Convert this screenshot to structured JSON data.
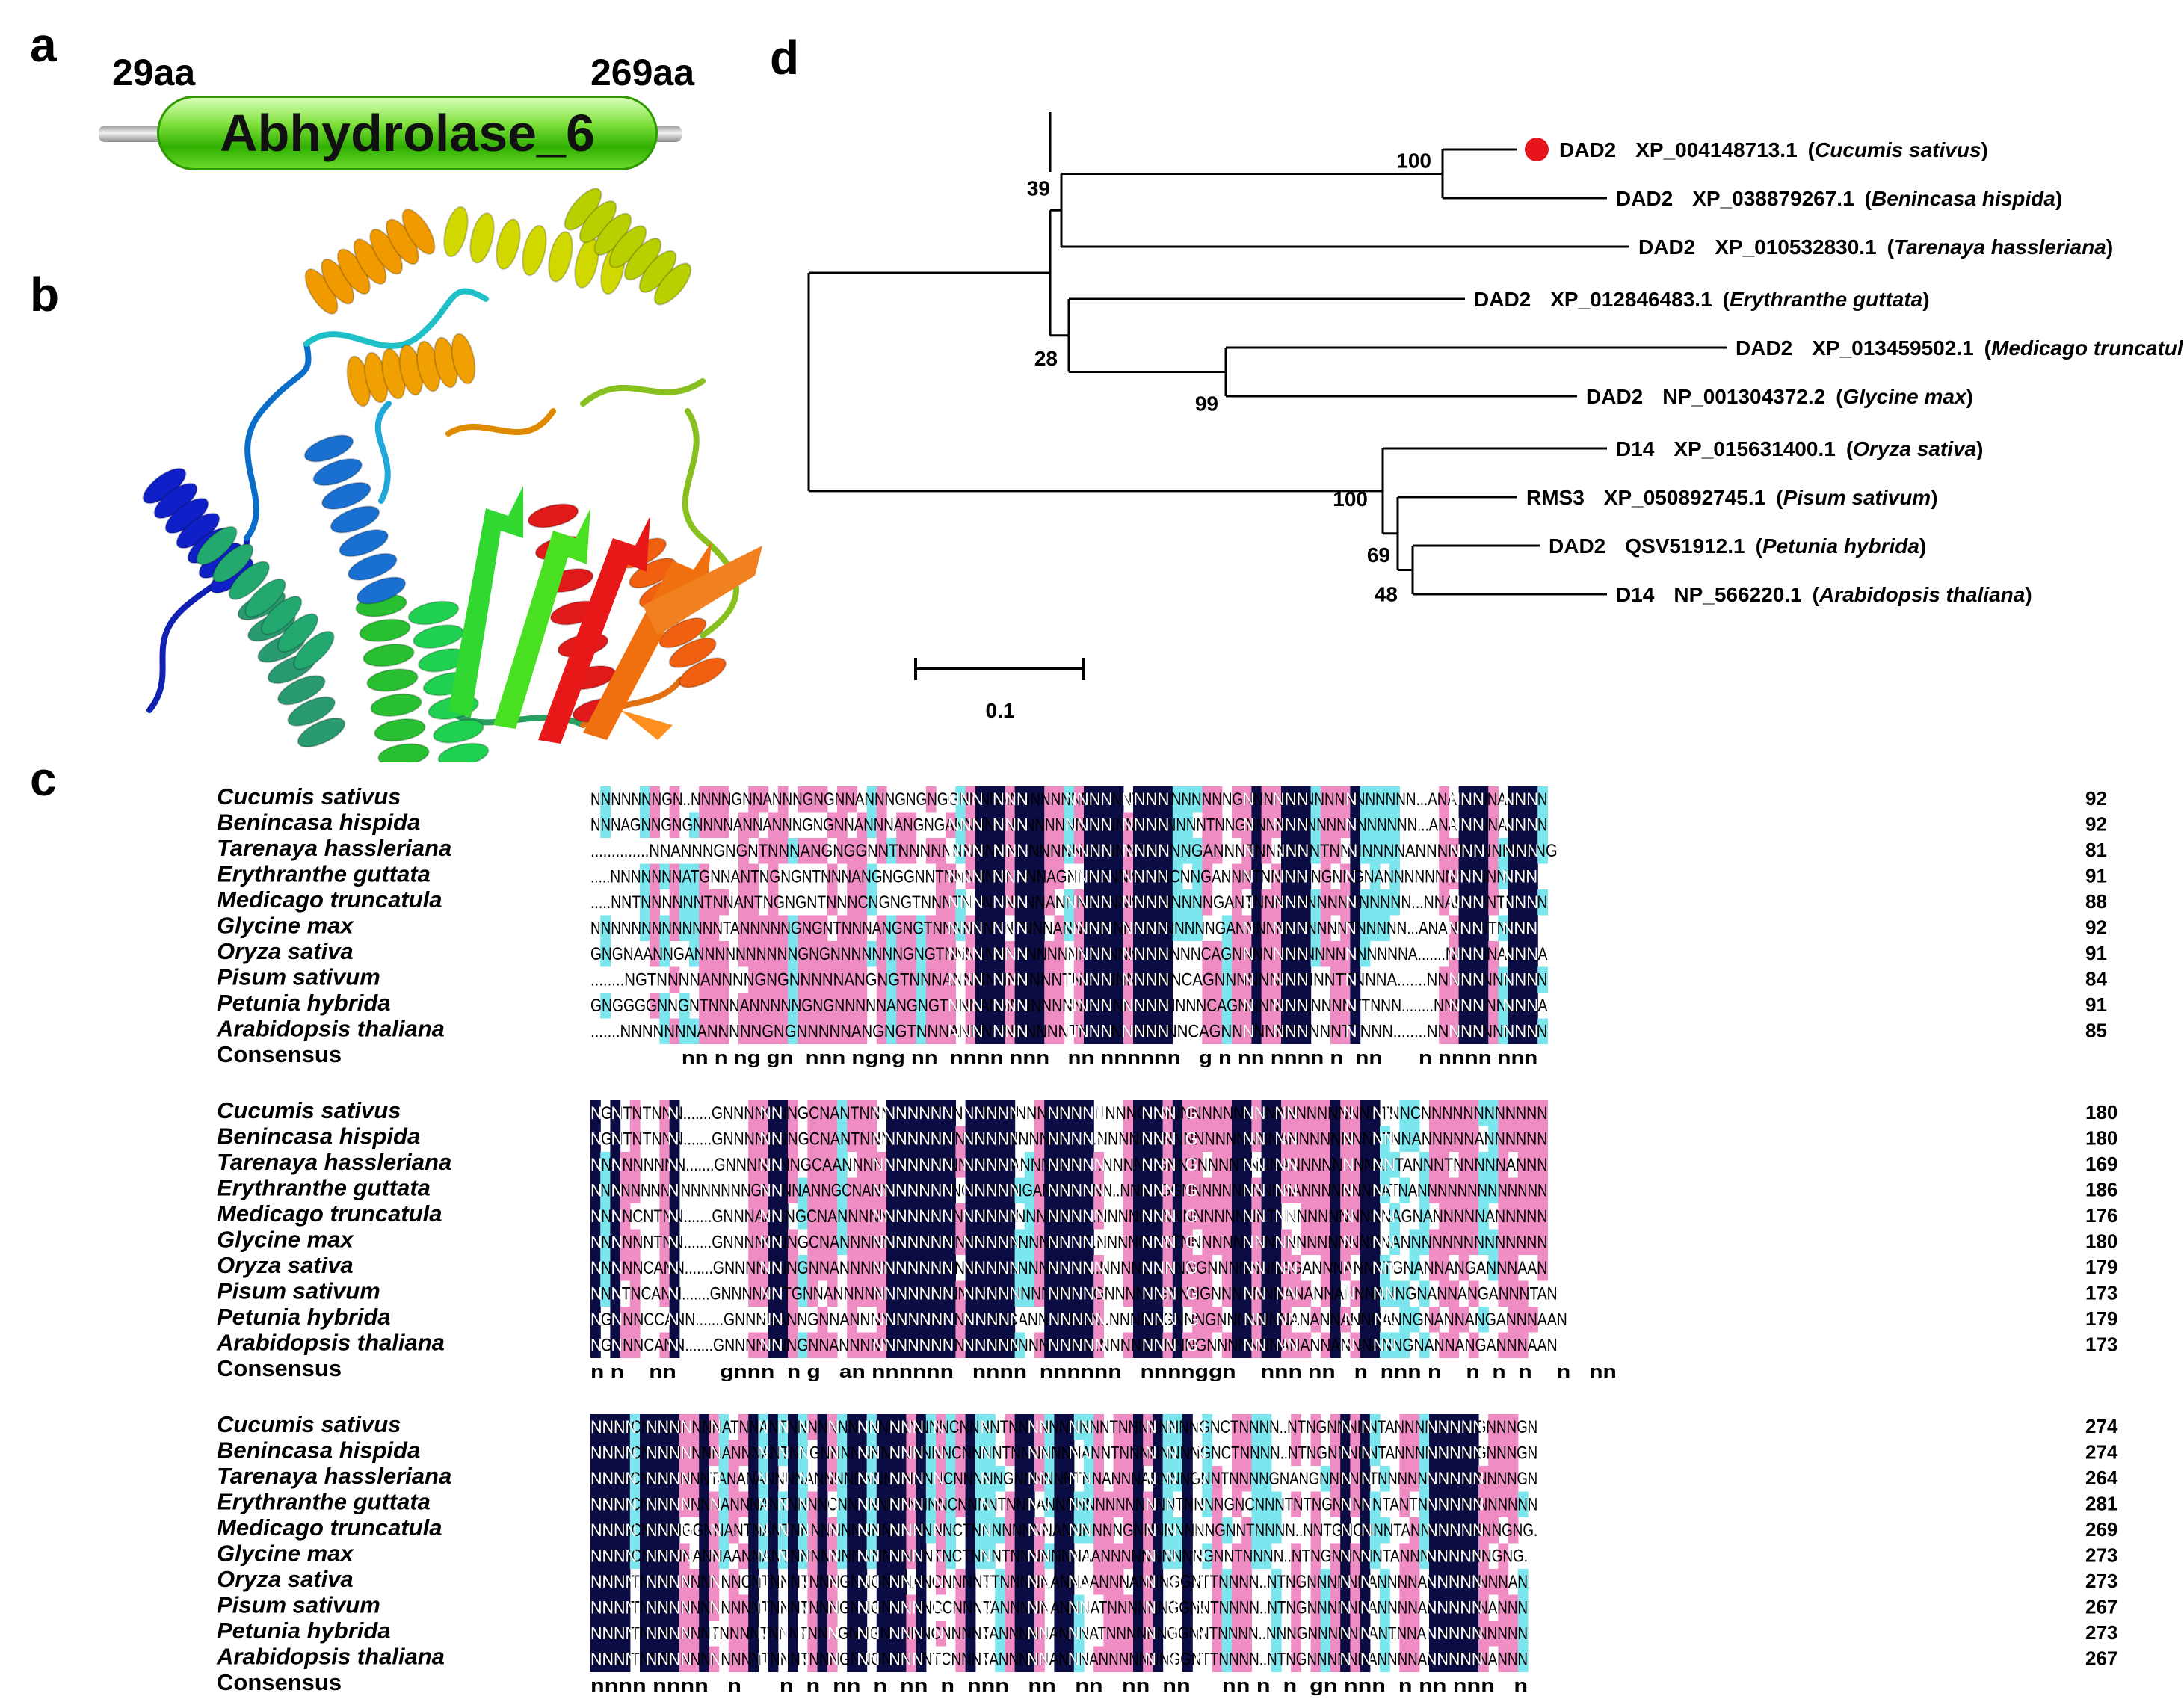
{
  "panels": {
    "a": "a",
    "b": "b",
    "c": "c",
    "d": "d"
  },
  "domain": {
    "name": "Abhydrolase_6",
    "start": "29aa",
    "end": "269aa"
  },
  "tree": {
    "scale_label": "0.1",
    "leaves": [
      {
        "gene": "DAD2",
        "acc": "XP_004148713.1",
        "species": "Cucumis sativus",
        "marker": "#e8141c"
      },
      {
        "gene": "DAD2",
        "acc": "XP_038879267.1",
        "species": "Benincasa hispida"
      },
      {
        "gene": "DAD2",
        "acc": "XP_010532830.1",
        "species": "Tarenaya hassleriana"
      },
      {
        "gene": "DAD2",
        "acc": "XP_012846483.1",
        "species": "Erythranthe guttata"
      },
      {
        "gene": "DAD2",
        "acc": "XP_013459502.1",
        "species": "Medicago truncatula"
      },
      {
        "gene": "DAD2",
        "acc": "NP_001304372.2",
        "species": "Glycine max"
      },
      {
        "gene": "D14",
        "acc": "XP_015631400.1",
        "species": "Oryza sativa"
      },
      {
        "gene": "RMS3",
        "acc": "XP_050892745.1",
        "species": "Pisum sativum"
      },
      {
        "gene": "DAD2",
        "acc": "QSV51912.1",
        "species": "Petunia hybrida"
      },
      {
        "gene": "D14",
        "acc": "NP_566220.1",
        "species": "Arabidopsis thaliana"
      }
    ],
    "bootstrap": [
      "100",
      "39",
      "28",
      "99",
      "100",
      "69",
      "48"
    ]
  },
  "alignment": {
    "consensus_label": "Consensus",
    "species": [
      "Cucumis sativus",
      "Benincasa hispida",
      "Tarenaya hassleriana",
      "Erythranthe guttata",
      "Medicago truncatula",
      "Glycine max",
      "Oryza sativa",
      "Pisum sativum",
      "Petunia hybrida",
      "Arabidopsis thaliana"
    ],
    "colors": {
      "identical": "#0c0c45",
      "high": "#f08cc4",
      "partial": "#7be6ee"
    },
    "blocks": [
      {
        "rows": [
          "NNNNNNNGN..NNNNGNNANNNGNGNNANNNGNGNGGNNNNNNNNNNNNNNNNNTNNNNNNNNNGNNNNNNNNNNNNNNNNN...ANANNNNANNNN",
          "NNNAGNNGNGNNNNANNANNNGNGNNANNNANGNGANNNNNNNNNNNNNNNNNNNNNNNNNTNNGNNNNNNNNNNNNNNNNN...ANANNNNANNNN",
          "..............NNANNNGNGNTNNNANGNGGNNTNNNNNNNNNNNNNNNNNNNNNNNNNNNGANNNTNNNNNNTNNNNNNNANNNNNNNNNNNNG",
          ".....NNNNNNNATGNNANTNGNGNTNNNANGNGGNNTNNNNNNNNNNAGNNNNNNNNNNCNNGANNNTNNNNANGNNGNANNNNNNNNNNNNNNN",
          ".....NNTNNNNNNTNNANTNGNGNTNNNCNGNGTNNNTNNNNNNNNANNNNNNNNNNNNNNNGANTNNNNNNNNNNNNNNN...NNANNNNTNNNN",
          "NNNNNNNNNNNNNTANNNNNGNGNTNNNANGNGTNNNNNNNNTNNNANNNNNNNNNNNNNNNGANNNNNNNNNNNTNNNNN...ANANNNNTNNNN",
          "GNGNAANNGANNNNNNNNNNGNGNNNNNNNGNGTNNNANNNNNNNNNNTNNNNNNNNNNCAGNNNNNNNNNNNNNNNNNA.......NNNNNANNNA",
          "........NGTNNNNANNNNGNGNNNNNANGNGTNNNANNNNNNNNNNTNNNNNNNNNNCAGNNNNNNNNNNNTTNNNA.......NNNNNNNNNNN",
          "GNGGGGNNGNTNNNANNNNNGNGNNNNNANGNGTNNNANNNNNNNNNNTNNNNNNNNNNCAGNNNNNNNNNNNTTNNN........NNNNNNNNNNA",
          ".......NNNNNNNANNNNNGNGNNNNNANGNGTNNNANNNNNNNNNNTNNNNNNNNNNCAGNNNNNNNNNNNTTNNN........NNNNNNNNNNN"
        ],
        "ends": [
          "92",
          "92",
          "81",
          "91",
          "88",
          "92",
          "91",
          "84",
          "91",
          "85"
        ],
        "consensus": "               nn n ng gn  nnn ngng nn  nnnn nnn   nn nnnnnn   g n nn nnnn n  nn      n nnnn nnn"
      },
      {
        "rows": [
          "NGNTNTNNN.......GNNNNGNNGCNANTNNNNNNNTNNNNNCNNNNNNNT..NNNNGGNNNNNNNNNNNANNNNNNNNNTNNCNNNNNNNNNNNN",
          "NGNTNTNNN.......GNNNNGNNGCNANTNNNNNNNNNNNNNNNNNNNNNT..NNNNGGNNNNNNNNNNNANNNNNNNNATNNANNNNNANNNNNN",
          "NNNNNNNNN.......GNNNNGNNGCAANNNNNNNNNNNNNNNAANNNNNNN..NNNNGGNNTNNNNTNNNANNNNNNNNANTANNNTNNNNNANNN",
          "NNNNNNNNNNNNNNNNGNNNNANNGCNANNNNNNNNNGNNNNNGANNNNNNN..NNNNGGNNNNNNNNNNNANNNNNNNNATNANNNNNNNNNNNNN",
          "NNNNCNTNN.......GNNNAANNGCNANNNNNNNNNNNNNNNCANNNNNNN..NNNNGGNNNNNNNNNNTNNNNNNNNNNNAGNANNNNNANNNNN",
          "NNNNNNTNN.......GNNNNGNNGCNANNNNNNNNNNNNNNNGANNNNNNT..NNNNGGNTNNNNNNNNNNNNNNNNNNNNANNNNNNNNNNNNNN",
          "NNNNNCANN.......GNNNNANNGNNANNNNNNNNNANNNNNGANNNNNNN..NNNNGGNNNGNNNNNNNAGANNNANNATGNANNANGANNNAAN",
          "NNNTNCANN.......GNNNNANTGNNANNNNNNNNNNNNNNNGANNNNNNNNGNNNNGGNNNGNNNNNNNANANNANNNANNGNANNANGANNNTAN",
          "NGNNNCCANN.......GNNNNANNGNNANNNNNNNNNNNNNNNGANNNNNNN..NNNNGGNNNGNNNNNNNANANNANNNANNGNANNANGANNNAAN",
          "NGNNNCANN.......GNNNNANNGNNANNNNNNNNNNNNNNNGNNNNNNNN..NNNNGGNNNGNNNNNNNANANNANNNANNGNANNANGANNNAAN"
        ],
        "ends": [
          "180",
          "180",
          "169",
          "186",
          "176",
          "180",
          "179",
          "173",
          "179",
          "173"
        ],
        "consensus": "n n    nn       gnnn  n g   an nnnnnn   nnnn  nnnnnn   nnnnggn    nnn nn   n  nnn n    n  n  n    n   nn"
      },
      {
        "rows": [
          "NNNNCNNNNNNNNATNNANTNNNNNNNNNNNNNNNNCNNNNTNNNNNNNNNNTNNNNNNNNGNCTNNNN..NTNGNNNNNTANNNNNNNNGNNNGN",
          "NNNNCNNNNNNNNANNNANTNNGNNNNNNNNNNNNNCNNNNTNNNNNNNANNTNNNNNNNNGNCTNNNN..NTNGNNNNNTANNNNNNNNGNNNGN",
          "NNNNCNNNNNNNTANANANNNNANNNNNNNNNNNNNCNNNNNGNNNNNNTNNANNNANNNNGNNTNNNNGNANGNNNNNTNNNNNNNNNNNNNNGN",
          "NNNNCNNNNNNNNANNNANTNNNNCNNNNNNNNNNNCNNNNTNNNANNNNNNNNNNNNNTNNNNGNCNNNTNTNGNNNNNTANTNNNNNNNNNNNN",
          "NNNNCNNNNGGNNANTNANTNNNNNNNNNNNNNNNNCTNNNNNNNNANNNNNNGNNNNNNNNGNNTNNNN..NNTGNCNNNTANNNNNNNNNGNG.",
          "NNNNCNNNNNANNAANNANTNNNNNNNNNNNNNNTNCTNNNTNNNNNNNAANNNNNNNNNNGNNTNNNN..NTNGNNNNNTANNNNNNNNNGNG.",
          "NNNNTNNNNNNNNNNCNTNNNTNNNGNNGNNNANCNNNNTTNNNNNANNAANNNANNNGGNTTNNNN..NTNGNNNNNNANNNNANNNNNNNNAN",
          "NNNNTNNNNNNNNNNNNTNNNTNNNGNNGNNNNNCCNNNTANNNNNANNNATNNNNNNGGNNTNNNN..NTNGNNNNNNANNNNANNNNNNANNN",
          "NNNNTNNNNNNNTNNNNTNNNTNNNGNNGNNNNNCNNNNTANNNNNANNNATNNNNNNGGNNTNNNN..NNNGNNNNNNANTNNANNNNNNNNNN",
          "NNNNTNNNNNNNNNNNNTNNNTNNNGNNGNNNNNTCNNNTANNNNNANNNANNNNNNNGGNTTNNNN..NTNGNNNNNNANNNNANNNNNNANNN"
        ],
        "ends": [
          "274",
          "274",
          "264",
          "281",
          "269",
          "273",
          "273",
          "267",
          "273",
          "267"
        ],
        "consensus": "nnnn nnnn   n      n  n  nn  n  nn  n  nnn   nn   nn   nn  nn     nn n  n  gn nnn  n nn nnn   n"
      }
    ]
  }
}
